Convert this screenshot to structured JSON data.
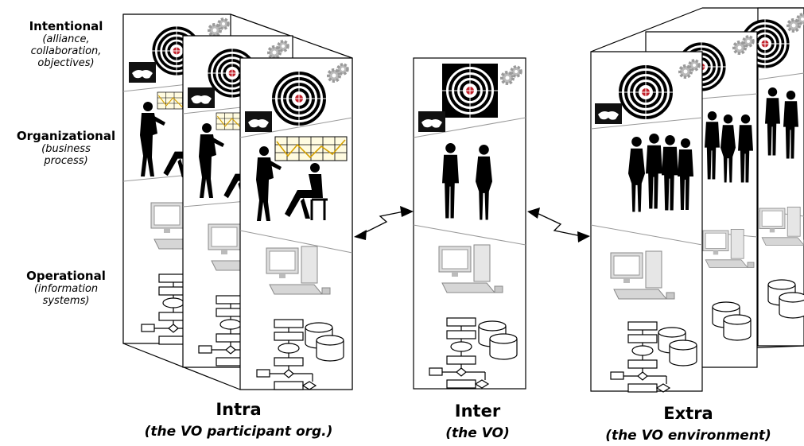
{
  "levels": {
    "intentional": {
      "title": "Intentional",
      "sub": [
        "(alliance,",
        "collaboration,",
        "objectives)"
      ]
    },
    "organizational": {
      "title": "Organizational",
      "sub": [
        "(business",
        "process)"
      ]
    },
    "operational": {
      "title": "Operational",
      "sub": [
        "(information",
        "systems)"
      ]
    }
  },
  "columns": {
    "intra": {
      "title": "Intra",
      "sub": "(the VO participant org.)"
    },
    "inter": {
      "title": "Inter",
      "sub": "(the VO)"
    },
    "extra": {
      "title": "Extra",
      "sub": "(the VO environment)"
    }
  }
}
